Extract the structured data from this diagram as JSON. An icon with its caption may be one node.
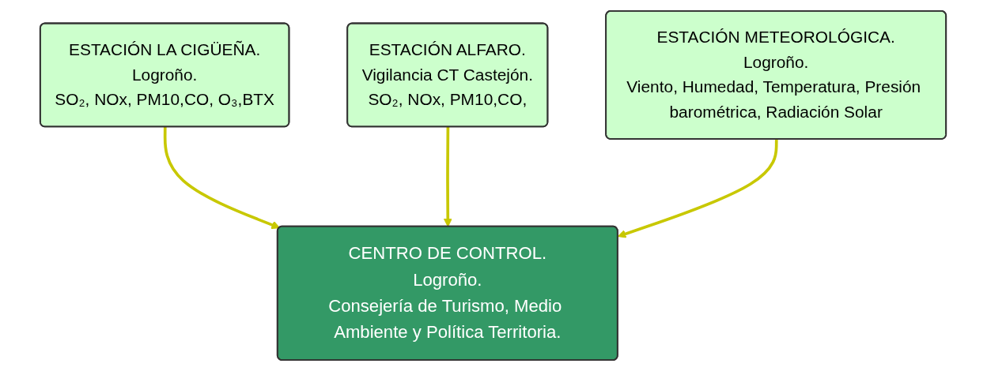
{
  "diagram": {
    "nodes": [
      {
        "text": [
          "ESTACIÓN LA CIGÜEÑA.",
          "Logroño.",
          "SO₂, NOx, PM10,CO, O₃,BTX"
        ]
      },
      {
        "text": [
          "ESTACIÓN ALFARO.",
          "Vigilancia CT Castejón.",
          "SO₂, NOx, PM10,CO,"
        ]
      },
      {
        "text": [
          "ESTACIÓN METEOROLÓGICA.",
          "Logroño.",
          "Viento, Humedad, Temperatura, Presión barométrica, Radiación Solar"
        ]
      },
      {
        "text": [
          "CENTRO DE CONTROL.",
          "Logroño.",
          "Consejería de Turismo, Medio Ambiente y Política Territoria."
        ]
      }
    ],
    "edges": [
      {
        "from": 0,
        "to": 3,
        "arrow": "to"
      },
      {
        "from": 1,
        "to": 3,
        "arrow": "to"
      },
      {
        "from": 2,
        "to": 3,
        "arrow": "to"
      }
    ]
  }
}
